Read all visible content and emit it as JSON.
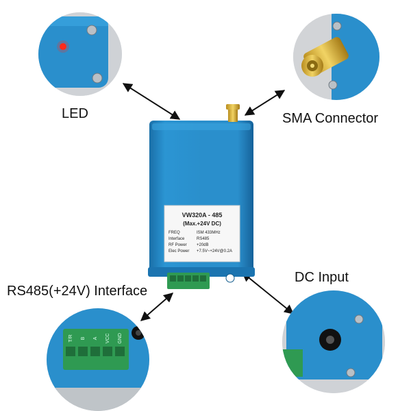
{
  "callouts": {
    "led": "LED",
    "sma": "SMA Connector",
    "rs485": "RS485(+24V)  Interface",
    "dc": "DC Input"
  },
  "device_label": {
    "model": "VW320A - 485",
    "max_voltage": "(Max.+24V DC)",
    "rows": [
      {
        "key": "FREQ",
        "value": "ISM 433MHz"
      },
      {
        "key": "Interface",
        "value": "RS485"
      },
      {
        "key": "RF Power",
        "value": "+20dB"
      },
      {
        "key": "Elec Power",
        "value": "+7.5V~+24V@0.2A"
      }
    ]
  },
  "terminal_labels": [
    "T/R",
    "B",
    "A",
    "VCC",
    "GND"
  ],
  "colors": {
    "enclosure_blue": "#1f86c4",
    "terminal_green": "#2f9a52",
    "led_red": "#ff2a1a",
    "sma_gold": "#d9b23a"
  }
}
